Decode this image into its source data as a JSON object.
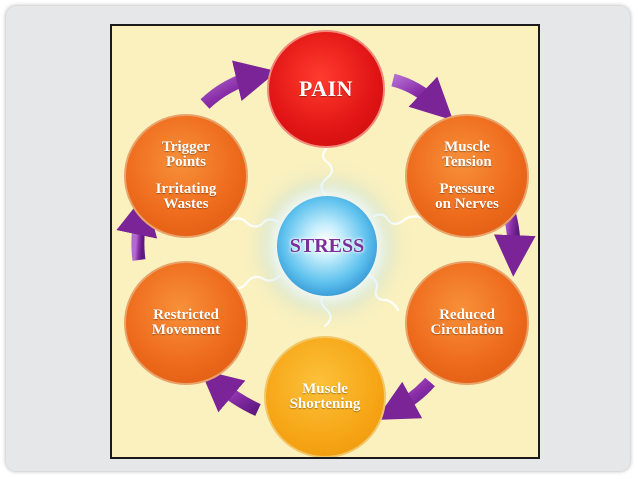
{
  "diagram": {
    "center": "STRESS",
    "nodes": {
      "pain": "PAIN",
      "muscle_tension": {
        "line1": "Muscle",
        "line2": "Tension",
        "line3": "Pressure",
        "line4": "on Nerves"
      },
      "reduced_circulation": {
        "line1": "Reduced",
        "line2": "Circulation"
      },
      "muscle_shortening": {
        "line1": "Muscle",
        "line2": "Shortening"
      },
      "restricted_movement": {
        "line1": "Restricted",
        "line2": "Movement"
      },
      "trigger_points": {
        "line1": "Trigger",
        "line2": "Points",
        "line3": "Irritating",
        "line4": "Wastes"
      }
    },
    "colors": {
      "panel_background": "#fbf1bf",
      "arrow": "#8a2ea8",
      "pain": "#e01414",
      "cycle_node": "#ee6b1c",
      "shortening_node": "#f6a515",
      "stress": "#3aa6e0",
      "stress_text": "#7a2f9a"
    }
  }
}
